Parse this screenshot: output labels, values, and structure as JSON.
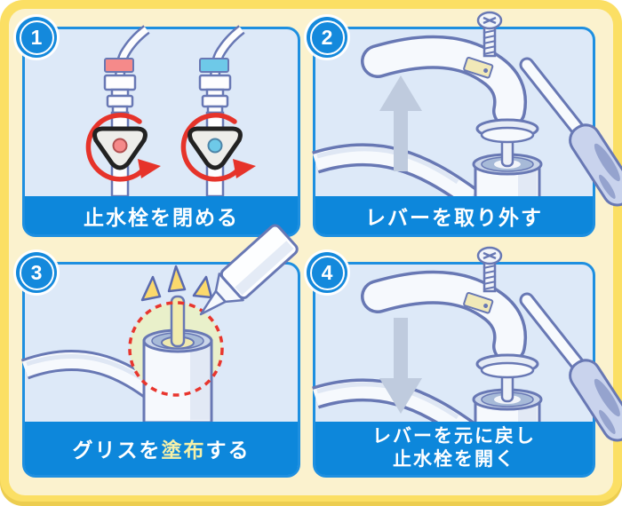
{
  "steps": [
    {
      "number": "1",
      "caption": "止水栓を閉める"
    },
    {
      "number": "2",
      "caption": "レバーを取り外す"
    },
    {
      "number": "3",
      "caption_parts": {
        "prefix": "グリスを",
        "highlight": "塗布",
        "suffix": "する"
      }
    },
    {
      "number": "4",
      "caption_lines": [
        "レバーを元に戻し",
        "止水栓を開く"
      ]
    }
  ],
  "colors": {
    "frame_yellow": "#FBDF64",
    "inner_cream": "#FBF2CE",
    "panel_background": "#DDE9F8",
    "panel_border_blue": "#1E8FE0",
    "caption_bar_blue": "#0D87DB",
    "badge_blue": "#1489DC",
    "highlight_text_yellow": "#F5F0A8",
    "rotation_arrow_red": "#E6332A",
    "hot_tag_red": "#F58A8A",
    "cold_tag_blue": "#6EC9E8",
    "illustration_outline_blue": "#6878B4",
    "lift_arrow_gray": "#BFCBDE",
    "glow_yellow_green": "#E9F0CA",
    "sparkle_yellow": "#FBD96C",
    "grease_yellow": "#EFE9B0"
  }
}
